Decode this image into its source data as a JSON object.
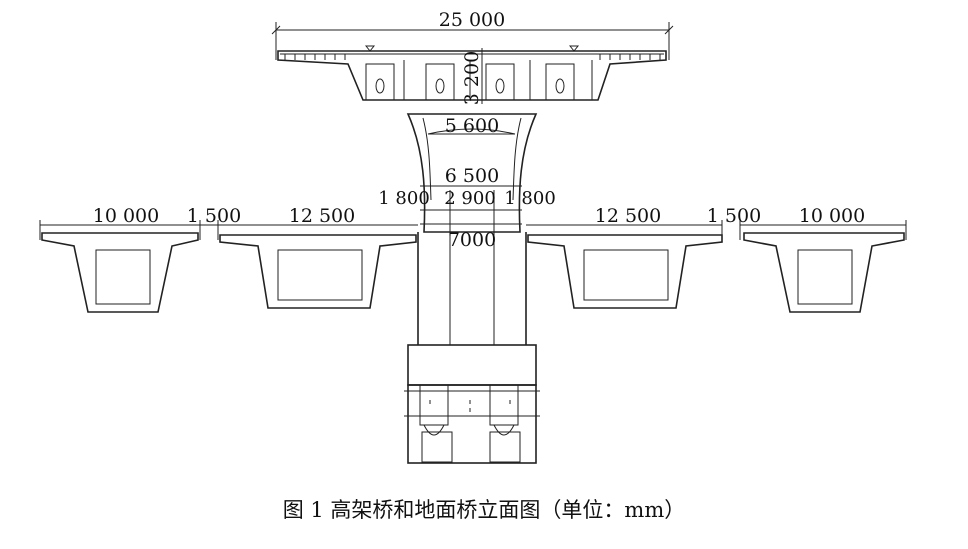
{
  "caption": "图 1 高架桥和地面桥立面图（单位：mm）",
  "dimensions": {
    "top_deck_width": "25 000",
    "deck_depth": "3 200",
    "pier_top_width": "5 600",
    "pier_width": "6 500",
    "pier_left": "1 800",
    "pier_mid": "2 900",
    "pier_right": "1 800",
    "pier_base": "7000",
    "left_outer_girder": "10 000",
    "left_gap": "1 500",
    "left_inner_girder": "12 500",
    "right_inner_girder": "12 500",
    "right_gap": "1 500",
    "right_outer_girder": "10 000"
  }
}
